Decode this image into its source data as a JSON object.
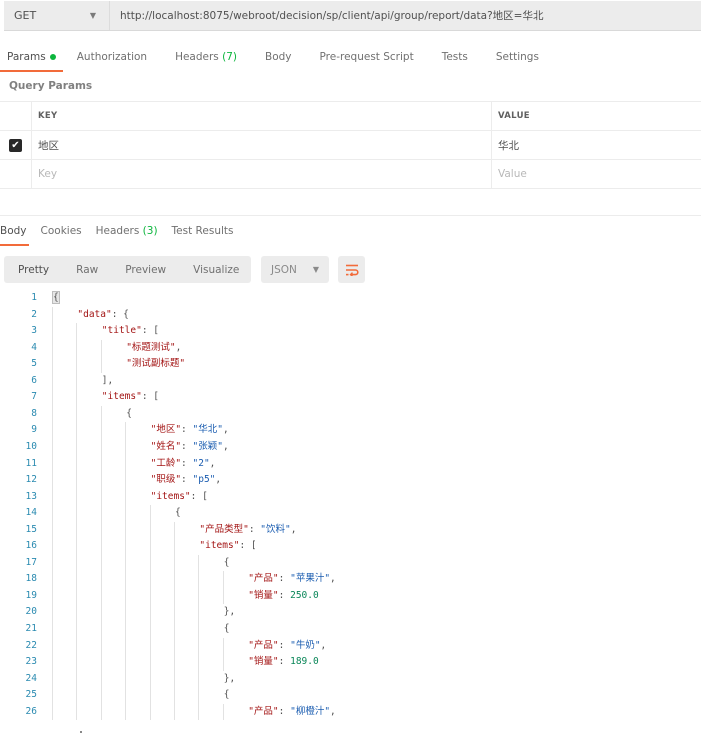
{
  "request": {
    "method": "GET",
    "url": "http://localhost:8075/webroot/decision/sp/client/api/group/report/data?地区=华北"
  },
  "request_tabs": [
    {
      "label": "Params",
      "active": true,
      "indicator": "green-dot"
    },
    {
      "label": "Authorization"
    },
    {
      "label": "Headers",
      "count": "(7)"
    },
    {
      "label": "Body"
    },
    {
      "label": "Pre-request Script"
    },
    {
      "label": "Tests"
    },
    {
      "label": "Settings"
    }
  ],
  "query_params": {
    "section_label": "Query Params",
    "columns": {
      "key": "KEY",
      "value": "VALUE"
    },
    "rows": [
      {
        "checked": true,
        "key": "地区",
        "value": "华北"
      }
    ],
    "new_row": {
      "key_placeholder": "Key",
      "value_placeholder": "Value"
    }
  },
  "response_tabs": [
    {
      "label": "Body",
      "active": true
    },
    {
      "label": "Cookies"
    },
    {
      "label": "Headers",
      "count": "(3)"
    },
    {
      "label": "Test Results"
    }
  ],
  "response_toolbar": {
    "views": [
      "Pretty",
      "Raw",
      "Preview",
      "Visualize"
    ],
    "active_view": "Pretty",
    "format": "JSON",
    "wrap_icon": "wrap-lines-icon"
  },
  "colors": {
    "accent": "#f26b3a",
    "indicator_green": "#0cb53d",
    "json_key": "#a31515",
    "json_string": "#1a5cb0",
    "json_number": "#098658",
    "line_number": "#2a8ab0"
  },
  "code_lines": [
    {
      "n": "1",
      "indent": 0,
      "tokens": [
        [
          "p",
          "{"
        ]
      ]
    },
    {
      "n": "2",
      "indent": 1,
      "tokens": [
        [
          "k",
          "\"data\""
        ],
        [
          "p",
          ": {"
        ]
      ]
    },
    {
      "n": "3",
      "indent": 2,
      "tokens": [
        [
          "k",
          "\"title\""
        ],
        [
          "p",
          ": ["
        ]
      ]
    },
    {
      "n": "4",
      "indent": 3,
      "tokens": [
        [
          "k",
          "\"标题测试\""
        ],
        [
          "p",
          ","
        ]
      ]
    },
    {
      "n": "5",
      "indent": 3,
      "tokens": [
        [
          "k",
          "\"测试副标题\""
        ]
      ]
    },
    {
      "n": "6",
      "indent": 2,
      "tokens": [
        [
          "p",
          "],"
        ]
      ]
    },
    {
      "n": "7",
      "indent": 2,
      "tokens": [
        [
          "k",
          "\"items\""
        ],
        [
          "p",
          ": ["
        ]
      ]
    },
    {
      "n": "8",
      "indent": 3,
      "tokens": [
        [
          "p",
          "{"
        ]
      ]
    },
    {
      "n": "9",
      "indent": 4,
      "tokens": [
        [
          "k",
          "\"地区\""
        ],
        [
          "p",
          ": "
        ],
        [
          "s",
          "\"华北\""
        ],
        [
          "p",
          ","
        ]
      ]
    },
    {
      "n": "10",
      "indent": 4,
      "tokens": [
        [
          "k",
          "\"姓名\""
        ],
        [
          "p",
          ": "
        ],
        [
          "s",
          "\"张颖\""
        ],
        [
          "p",
          ","
        ]
      ]
    },
    {
      "n": "11",
      "indent": 4,
      "tokens": [
        [
          "k",
          "\"工龄\""
        ],
        [
          "p",
          ": "
        ],
        [
          "s",
          "\"2\""
        ],
        [
          "p",
          ","
        ]
      ]
    },
    {
      "n": "12",
      "indent": 4,
      "tokens": [
        [
          "k",
          "\"职级\""
        ],
        [
          "p",
          ": "
        ],
        [
          "s",
          "\"p5\""
        ],
        [
          "p",
          ","
        ]
      ]
    },
    {
      "n": "13",
      "indent": 4,
      "tokens": [
        [
          "k",
          "\"items\""
        ],
        [
          "p",
          ": ["
        ]
      ]
    },
    {
      "n": "14",
      "indent": 5,
      "tokens": [
        [
          "p",
          "{"
        ]
      ]
    },
    {
      "n": "15",
      "indent": 6,
      "tokens": [
        [
          "k",
          "\"产品类型\""
        ],
        [
          "p",
          ": "
        ],
        [
          "s",
          "\"饮料\""
        ],
        [
          "p",
          ","
        ]
      ]
    },
    {
      "n": "16",
      "indent": 6,
      "tokens": [
        [
          "k",
          "\"items\""
        ],
        [
          "p",
          ": ["
        ]
      ]
    },
    {
      "n": "17",
      "indent": 7,
      "tokens": [
        [
          "p",
          "{"
        ]
      ]
    },
    {
      "n": "18",
      "indent": 8,
      "tokens": [
        [
          "k",
          "\"产品\""
        ],
        [
          "p",
          ": "
        ],
        [
          "s",
          "\"苹果汁\""
        ],
        [
          "p",
          ","
        ]
      ]
    },
    {
      "n": "19",
      "indent": 8,
      "tokens": [
        [
          "k",
          "\"销量\""
        ],
        [
          "p",
          ": "
        ],
        [
          "n",
          "250.0"
        ]
      ]
    },
    {
      "n": "20",
      "indent": 7,
      "tokens": [
        [
          "p",
          "},"
        ]
      ]
    },
    {
      "n": "21",
      "indent": 7,
      "tokens": [
        [
          "p",
          "{"
        ]
      ]
    },
    {
      "n": "22",
      "indent": 8,
      "tokens": [
        [
          "k",
          "\"产品\""
        ],
        [
          "p",
          ": "
        ],
        [
          "s",
          "\"牛奶\""
        ],
        [
          "p",
          ","
        ]
      ]
    },
    {
      "n": "23",
      "indent": 8,
      "tokens": [
        [
          "k",
          "\"销量\""
        ],
        [
          "p",
          ": "
        ],
        [
          "n",
          "189.0"
        ]
      ]
    },
    {
      "n": "24",
      "indent": 7,
      "tokens": [
        [
          "p",
          "},"
        ]
      ]
    },
    {
      "n": "25",
      "indent": 7,
      "tokens": [
        [
          "p",
          "{"
        ]
      ]
    },
    {
      "n": "26",
      "indent": 8,
      "tokens": [
        [
          "k",
          "\"产品\""
        ],
        [
          "p",
          ": "
        ],
        [
          "s",
          "\"柳橙汁\""
        ],
        [
          "p",
          ","
        ]
      ]
    }
  ]
}
